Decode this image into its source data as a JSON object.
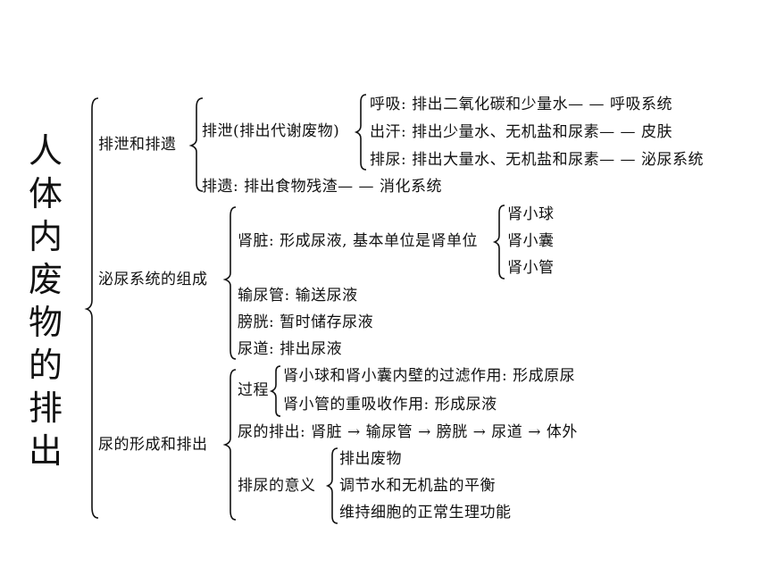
{
  "title": "人体内废物的排出",
  "sections": {
    "excretion": {
      "label": "排泄和排遗",
      "paixie": {
        "label": "排泄(排出代谢废物)",
        "items": [
          "呼吸: 排出二氧化碳和少量水— — 呼吸系统",
          "出汗: 排出少量水、无机盐和尿素— — 皮肤",
          "排尿: 排出大量水、无机盐和尿素— — 泌尿系统"
        ]
      },
      "paiyi": "排遗: 排出食物残渣— — 消化系统"
    },
    "urinary": {
      "label": "泌尿系统的组成",
      "kidney": {
        "label": "肾脏: 形成尿液, 基本单位是肾单位",
        "items": [
          "肾小球",
          "肾小囊",
          "肾小管"
        ]
      },
      "others": [
        "输尿管: 输送尿液",
        "膀胱: 暂时储存尿液",
        "尿道: 排出尿液"
      ]
    },
    "formation": {
      "label": "尿的形成和排出",
      "process": {
        "label": "过程",
        "items": [
          "肾小球和肾小囊内壁的过滤作用: 形成原尿",
          "肾小管的重吸收作用: 形成尿液"
        ]
      },
      "discharge": "尿的排出: 肾脏 → 输尿管 → 膀胱 → 尿道 → 体外",
      "meaning": {
        "label": "排尿的意义",
        "items": [
          "排出废物",
          "调节水和无机盐的平衡",
          "维持细胞的正常生理功能"
        ]
      }
    }
  }
}
